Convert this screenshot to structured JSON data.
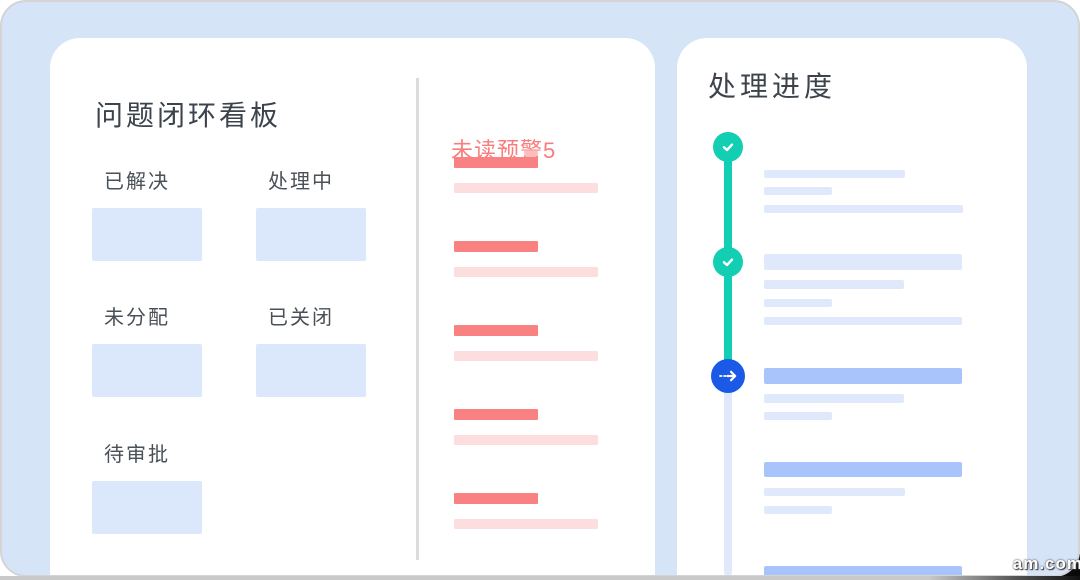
{
  "canvas": {
    "watermark": "am.com"
  },
  "colors": {
    "background": "#d6e4f8",
    "card": "#ffffff",
    "status_box": "#dbe7fb",
    "skeleton_bar_light": "#dfe9fb",
    "skeleton_bar_highlight": "#a9c4fa",
    "alert_accent": "#fa8181",
    "alert_soft": "#fcdede",
    "timeline_done": "#12cfb4",
    "timeline_current": "#1a5ae6",
    "heading_text": "#3d434b"
  },
  "kanban": {
    "title": "问题闭环看板",
    "statuses": [
      {
        "key": "resolved",
        "label": "已解决"
      },
      {
        "key": "processing",
        "label": "处理中"
      },
      {
        "key": "unassigned",
        "label": "未分配"
      },
      {
        "key": "closed",
        "label": "已关闭"
      },
      {
        "key": "pending-approval",
        "label": "待审批"
      }
    ]
  },
  "alerts": {
    "title": "未读预警",
    "count": "5",
    "unread_items": 5
  },
  "progress": {
    "title": "处理进度",
    "steps": [
      {
        "status": "completed",
        "icon": "check-icon"
      },
      {
        "status": "completed",
        "icon": "check-icon"
      },
      {
        "status": "in-progress",
        "icon": "arrow-right-icon"
      }
    ]
  }
}
